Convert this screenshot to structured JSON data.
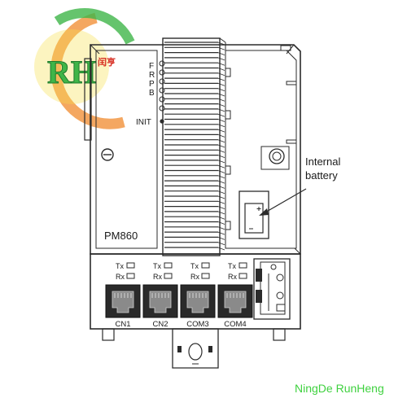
{
  "logo": {
    "monogram": "RH",
    "tagline": "闰亨",
    "colors": {
      "green": "#3fb548",
      "orange": "#f08a2c",
      "yellow": "#f6e04a",
      "red": "#d62a1e"
    }
  },
  "module": {
    "model": "PM860",
    "led_labels": [
      "F",
      "R",
      "P",
      "B"
    ],
    "init_label": "INIT",
    "battery_callout_line1": "Internal",
    "battery_callout_line2": "battery"
  },
  "ports": [
    {
      "tx": "Tx",
      "rx": "Rx",
      "name": "CN1"
    },
    {
      "tx": "Tx",
      "rx": "Rx",
      "name": "CN2"
    },
    {
      "tx": "Tx",
      "rx": "Rx",
      "name": "COM3"
    },
    {
      "tx": "Tx",
      "rx": "Rx",
      "name": "COM4"
    }
  ],
  "watermark": {
    "text": "NingDe RunHeng",
    "color": "#3fd13f"
  }
}
